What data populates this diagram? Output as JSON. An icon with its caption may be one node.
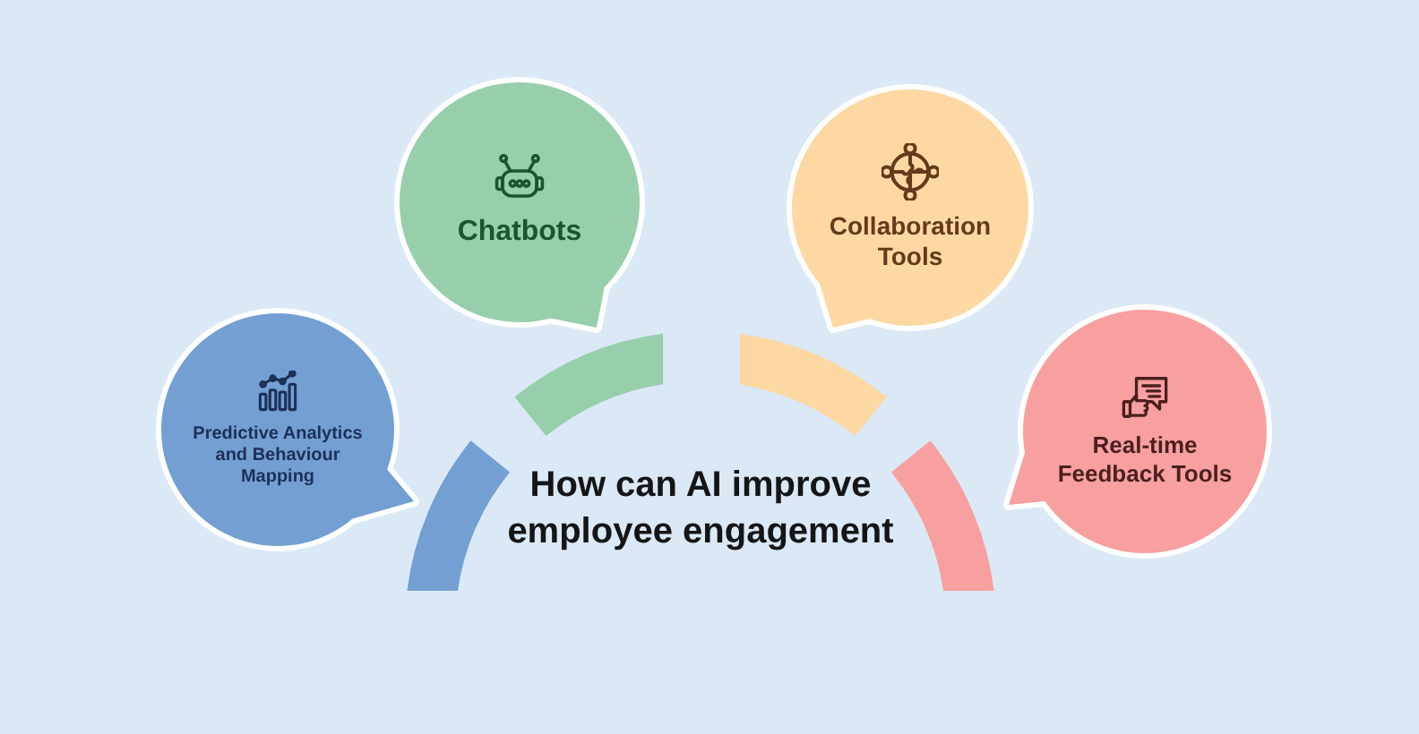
{
  "diagram": {
    "title": "How can AI improve employee engagement",
    "nodes": [
      {
        "text": [
          "Predictive Analytics and Behaviour Mapping"
        ]
      },
      {
        "text": [
          "Chatbots"
        ]
      },
      {
        "text": [
          "Collaboration Tools"
        ]
      },
      {
        "text": [
          "Real-time Feedback Tools"
        ]
      }
    ]
  }
}
